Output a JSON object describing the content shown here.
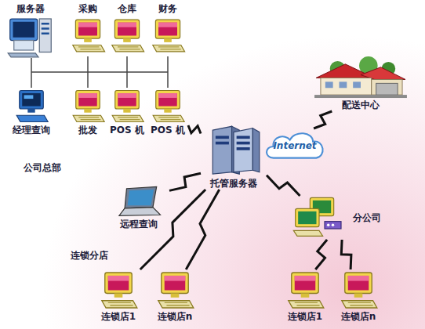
{
  "diagram": {
    "nodes": [
      {
        "text": [
          "服务器"
        ]
      },
      {
        "text": [
          "采购"
        ]
      },
      {
        "text": [
          "仓库"
        ]
      },
      {
        "text": [
          "财务"
        ]
      },
      {
        "text": [
          "经理查询"
        ]
      },
      {
        "text": [
          "批发"
        ]
      },
      {
        "text": [
          "POS 机"
        ]
      },
      {
        "text": [
          "POS 机"
        ]
      },
      {
        "text": [
          "托管服务器"
        ]
      },
      {
        "text": [
          "Internet"
        ]
      },
      {
        "text": [
          "配送中心"
        ]
      },
      {
        "text": [
          "远程查询"
        ]
      },
      {
        "text": [
          "连锁店1"
        ]
      },
      {
        "text": [
          "连锁店n"
        ]
      },
      {
        "text": [
          "分公司"
        ]
      },
      {
        "text": [
          "连锁店1"
        ]
      },
      {
        "text": [
          "连锁店n"
        ]
      }
    ],
    "edges": [
      {
        "from": 7,
        "to": 8,
        "arrow": "none"
      },
      {
        "from": 9,
        "to": 10,
        "arrow": "none"
      },
      {
        "from": 11,
        "to": 8,
        "arrow": "none"
      },
      {
        "from": 12,
        "to": 8,
        "arrow": "none"
      },
      {
        "from": 13,
        "to": 8,
        "arrow": "none"
      },
      {
        "from": 8,
        "to": 14,
        "arrow": "none"
      },
      {
        "from": 14,
        "to": 15,
        "arrow": "none"
      },
      {
        "from": 14,
        "to": 16,
        "arrow": "none"
      }
    ],
    "labels": [
      "公司总部",
      "连锁分店"
    ]
  }
}
